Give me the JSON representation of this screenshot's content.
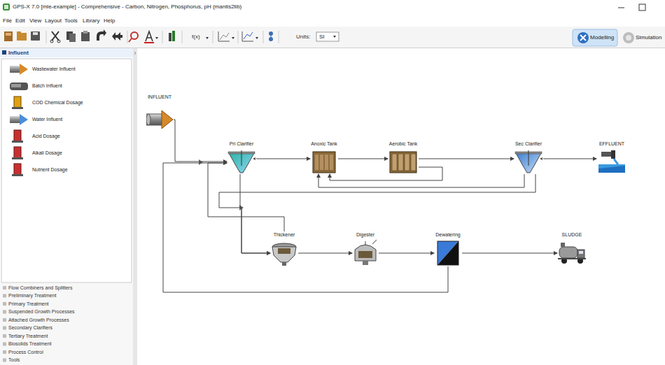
{
  "diagram": {
    "nodes": [
      {
        "text": [
          "INFLUENT"
        ]
      },
      {
        "text": [
          "Pri Clarifier"
        ]
      },
      {
        "text": [
          "Anoxic Tank"
        ]
      },
      {
        "text": [
          "Aerobic Tank"
        ]
      },
      {
        "text": [
          "Sec Clarifier"
        ]
      },
      {
        "text": [
          "EFFLUENT"
        ]
      },
      {
        "text": [
          "Thickener"
        ]
      },
      {
        "text": [
          "Digester"
        ]
      },
      {
        "text": [
          "Dewatering"
        ]
      },
      {
        "text": [
          "SLUDGE"
        ]
      }
    ],
    "edges": [
      {
        "from": 0,
        "to": 1,
        "arrow": "to"
      },
      {
        "from": 1,
        "to": 2,
        "arrow": "to"
      },
      {
        "from": 2,
        "to": 3,
        "arrow": "to"
      },
      {
        "from": 3,
        "to": 4,
        "arrow": "to"
      },
      {
        "from": 4,
        "to": 5,
        "arrow": "to"
      },
      {
        "from": 3,
        "to": 2,
        "arrow": "to"
      },
      {
        "from": 4,
        "to": 2,
        "arrow": "to"
      },
      {
        "from": 4,
        "to": 6,
        "arrow": "to"
      },
      {
        "from": 1,
        "to": 6,
        "arrow": "to"
      },
      {
        "from": 6,
        "to": 7,
        "arrow": "to"
      },
      {
        "from": 7,
        "to": 8,
        "arrow": "to"
      },
      {
        "from": 8,
        "to": 9,
        "arrow": "to"
      },
      {
        "from": 8,
        "to": 1,
        "arrow": "to"
      },
      {
        "from": 6,
        "to": 1,
        "arrow": "to"
      }
    ],
    "labels": [
      "GPS-X 7.0 [mle-example] - Comprehensive - Carbon, Nitrogen, Phosphorus, pH (mantis2lib)",
      "File",
      "Edit",
      "View",
      "Layout",
      "Tools",
      "Library",
      "Help",
      "f(x)",
      "Units:",
      "SI",
      "Modelling",
      "Simulation",
      "Influent",
      "Wastewater Influent",
      "Batch Influent",
      "COD Chemical Dosage",
      "Water Influent",
      "Acid Dosage",
      "Alkali Dosage",
      "Nutrient Dosage",
      "Flow Combiners and Splitters",
      "Preliminary Treatment",
      "Primary Treatment",
      "Suspended Growth Processes",
      "Attached Growth Processes",
      "Secondary Clarifiers",
      "Tertiary Treatment",
      "Biosolids Treatment",
      "Process Control",
      "Tools"
    ]
  }
}
